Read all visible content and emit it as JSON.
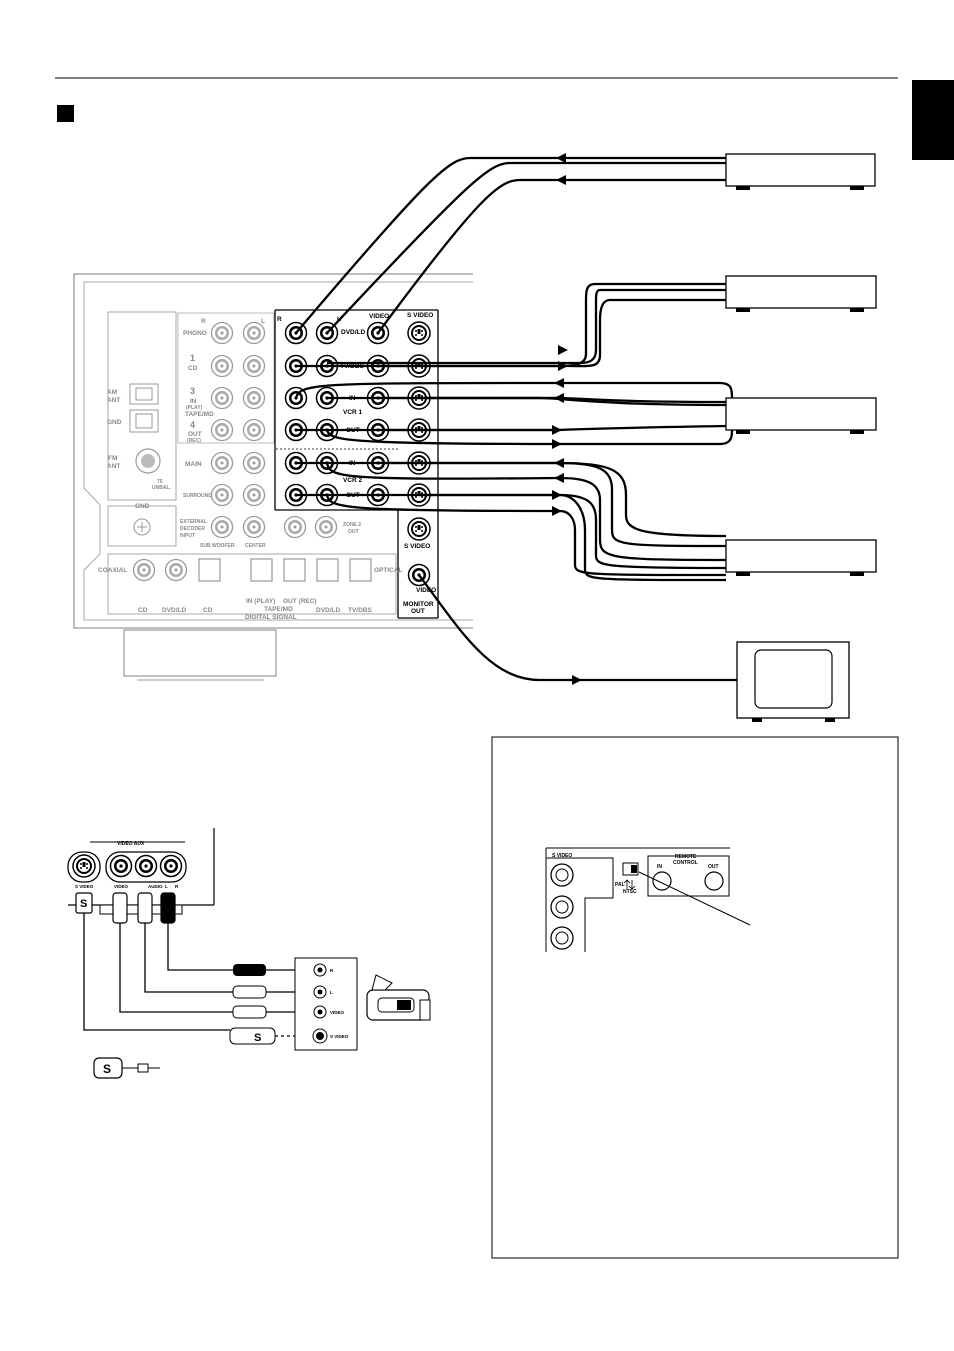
{
  "panel": {
    "left_inputs": [
      "PHONO",
      "CD",
      "(PLAY)",
      "TAPE/MD",
      "(REC)",
      "MAIN",
      "SURROUND"
    ],
    "left_numbers": [
      "1",
      "3",
      "4"
    ],
    "left_in": "IN",
    "left_out": "OUT",
    "antenna": [
      "AM",
      "ANT",
      "GND",
      "FM",
      "ANT"
    ],
    "ohm": "75",
    "unbal": "UNBAL.",
    "gnd_box": "GND",
    "ext_decoder": [
      "EXTERNAL",
      "DECODER",
      "INPUT"
    ],
    "sub_woofer": "SUB WOOFER",
    "center": "CENTER",
    "zone2": [
      "ZONE 2",
      "OUT"
    ],
    "rl": [
      "R",
      "L"
    ],
    "video_header": "VIDEO",
    "svideo_header": "S VIDEO",
    "rows": [
      "DVD/LD",
      "TV/DBS",
      "IN",
      "VCR 1",
      "OUT",
      "IN",
      "VCR 2",
      "OUT"
    ],
    "monitor_svideo": "S VIDEO",
    "monitor_video": "VIDEO",
    "monitor_out": [
      "MONITOR",
      "OUT"
    ],
    "coaxial": "COAXIAL",
    "optical": "OPTICAL",
    "digital_labels": [
      "CD",
      "DVD/LD",
      "CD",
      "IN (PLAY)",
      "OUT (REC)",
      "TAPE/MD",
      "DVD/LD",
      "TV/DBS"
    ],
    "digital_signal": "DIGITAL SIGNAL"
  },
  "front_panel": {
    "video_aux": "VIDEO AUX",
    "jacks": [
      "S VIDEO",
      "VIDEO",
      "AUDIO",
      "L",
      "R"
    ],
    "camera_jacks": [
      "R",
      "L",
      "VIDEO",
      "S VIDEO"
    ],
    "s_plug": "S"
  },
  "switch_panel": {
    "svideo": "S VIDEO",
    "pal": "PAL",
    "ntsc": "NTSC",
    "remote": [
      "REMOTE",
      "CONTROL"
    ],
    "in": "IN",
    "out": "OUT"
  }
}
